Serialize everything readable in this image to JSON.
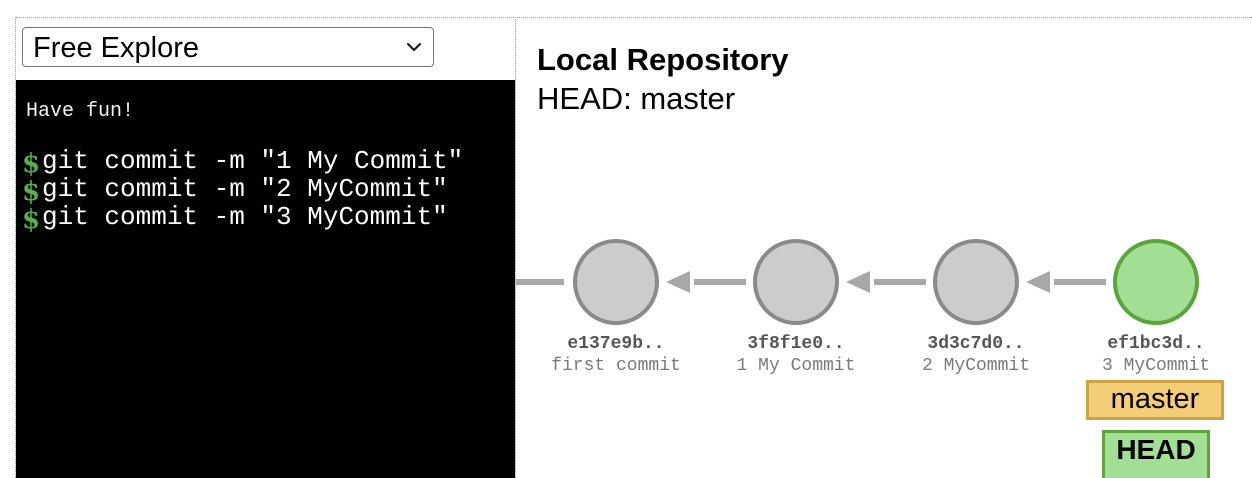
{
  "mode_select": {
    "value": "Free Explore"
  },
  "terminal": {
    "message": "Have fun!",
    "prompt_symbol": "$",
    "lines": [
      "git commit -m \"1 My Commit\"",
      "git commit -m \"2 MyCommit\"",
      "git commit -m \"3 MyCommit\""
    ]
  },
  "repository": {
    "title": "Local Repository",
    "head_line": "HEAD: master",
    "commits": [
      {
        "id": "e137e9b..",
        "message": "first commit",
        "is_head": false
      },
      {
        "id": "3f8f1e0..",
        "message": "1 My Commit",
        "is_head": false
      },
      {
        "id": "3d3c7d0..",
        "message": "2 MyCommit",
        "is_head": false
      },
      {
        "id": "ef1bc3d..",
        "message": "3 MyCommit",
        "is_head": true
      }
    ],
    "branch_label": "master",
    "head_label": "HEAD"
  },
  "colors": {
    "commit_fill": "#cccccc",
    "commit_stroke": "#8a8a8a",
    "head_commit_fill": "#a2df95",
    "head_commit_stroke": "#5aa63b",
    "arrow": "#a8a8a8",
    "branch_fill": "#f5cd76",
    "head_tag_fill": "#a2df95"
  },
  "icons": {
    "select_chevron": "chevron-down-icon"
  }
}
